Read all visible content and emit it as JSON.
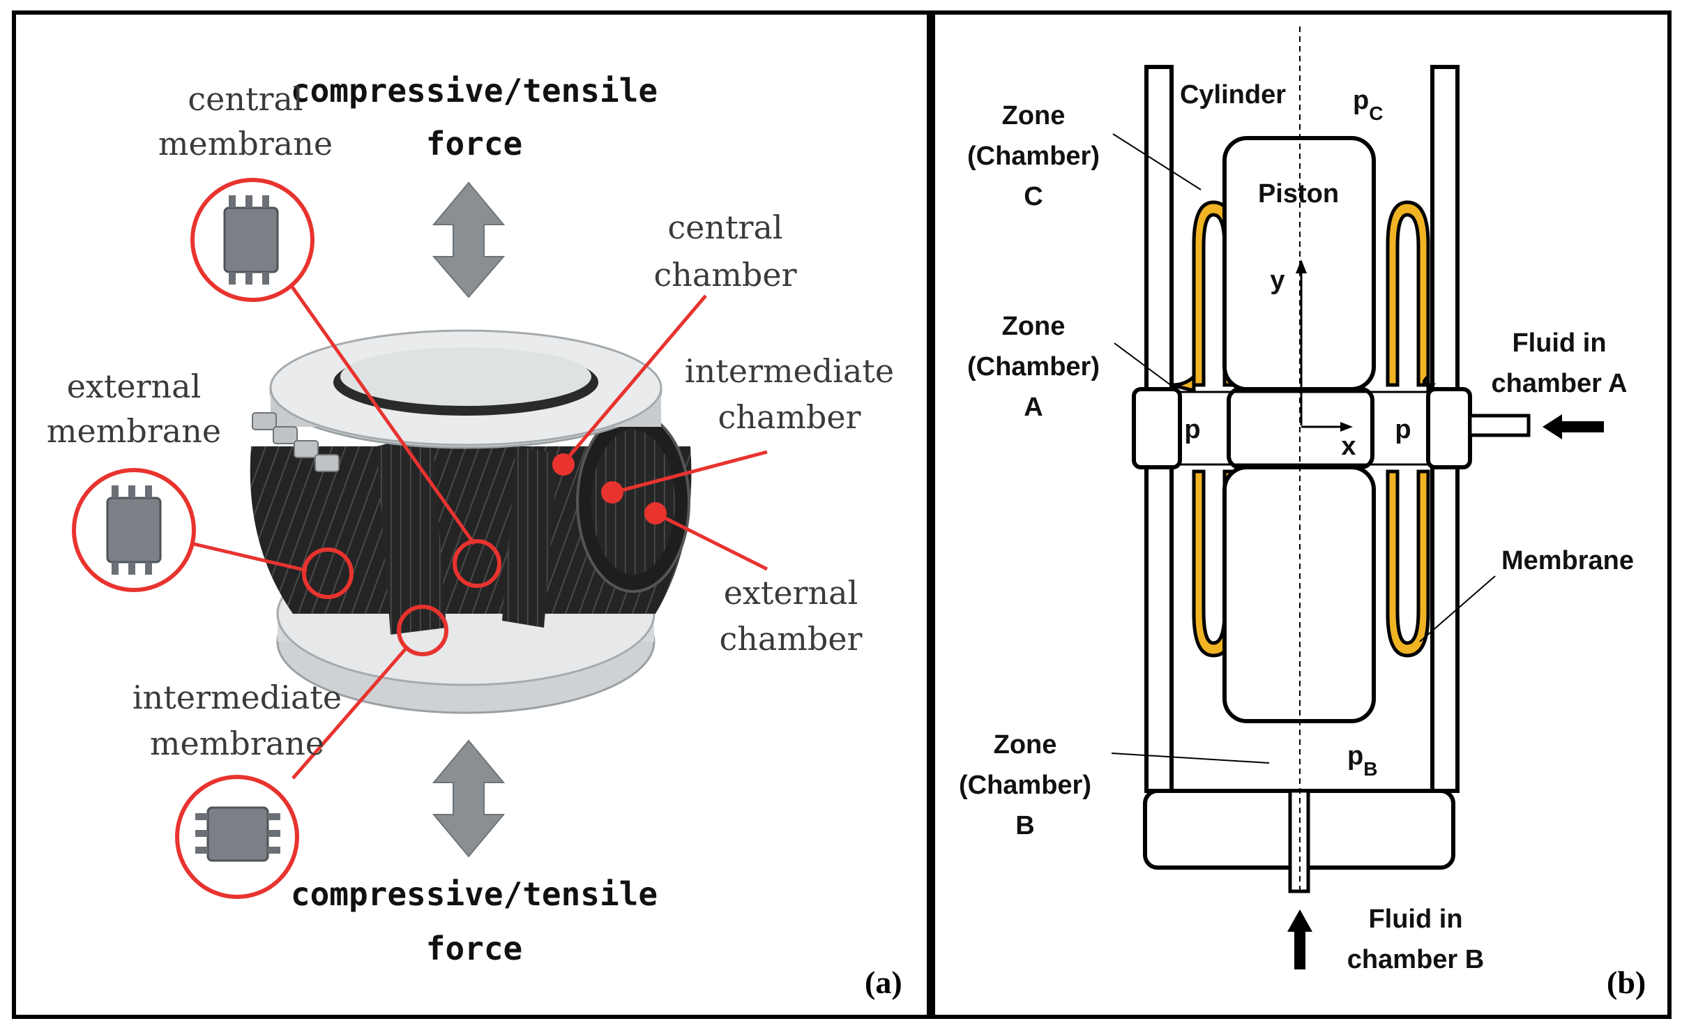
{
  "panel_a": {
    "panel_label": "(a)",
    "force_top": [
      "compressive/tensile",
      "force"
    ],
    "force_bottom": [
      "compressive/tensile",
      "force"
    ],
    "central_membrane": [
      "central",
      "membrane"
    ],
    "external_membrane": [
      "external",
      "membrane"
    ],
    "intermediate_membrane": [
      "intermediate",
      "membrane"
    ],
    "central_chamber": [
      "central",
      "chamber"
    ],
    "intermediate_chamber": [
      "intermediate",
      "chamber"
    ],
    "external_chamber": [
      "external",
      "chamber"
    ]
  },
  "panel_b": {
    "panel_label": "(b)",
    "zone_c": [
      "Zone",
      "(Chamber)",
      "C"
    ],
    "zone_a": [
      "Zone",
      "(Chamber)",
      "A"
    ],
    "zone_b": [
      "Zone",
      "(Chamber)",
      "B"
    ],
    "cylinder": "Cylinder",
    "pc": "pc",
    "pc_main": "p",
    "pc_sub": "C",
    "piston": "Piston",
    "y_axis": "y",
    "x_axis": "x",
    "p_left": "p",
    "p_right": "p",
    "pb_main": "p",
    "pb_sub": "B",
    "fluid_a": [
      "Fluid in",
      "chamber A"
    ],
    "fluid_b": [
      "Fluid in",
      "chamber B"
    ],
    "membrane": "Membrane"
  },
  "colors": {
    "annotation_red": "#e8332f",
    "membrane_gold": "#f0b323",
    "arrow_gray": "#8a8f94"
  }
}
